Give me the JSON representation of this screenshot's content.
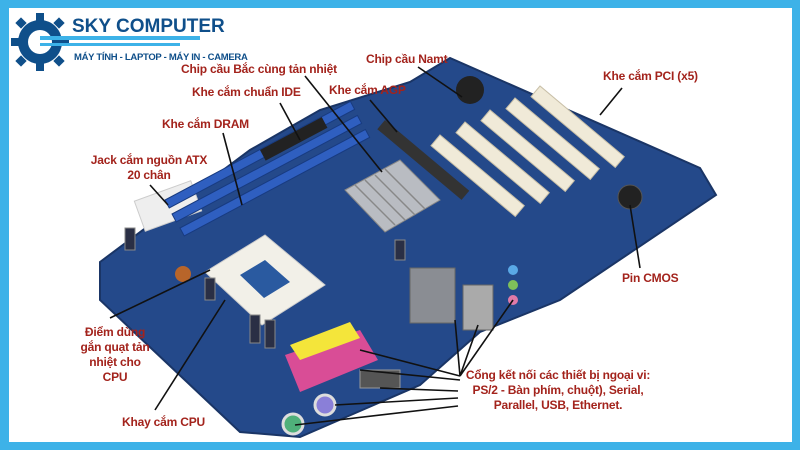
{
  "logo": {
    "brand": "SKY COMPUTER",
    "tagline": "MÁY TÍNH - LAPTOP - MÁY IN - CAMERA",
    "color": "#0f4f8a"
  },
  "frame_color": "#3db2e8",
  "label_color": "#a3231c",
  "labels": {
    "northbridge": "Chip cầu Bắc cùng tản nhiệt",
    "southbridge": "Chip cầu Namt",
    "ide": "Khe cắm chuẩn IDE",
    "agp": "Khe cắm AGP",
    "dram": "Khe cắm DRAM",
    "atx_line1": "Jack cắm nguồn ATX",
    "atx_line2": "20 chân",
    "pci": "Khe cắm PCI (x5)",
    "cmos": "Pin CMOS",
    "fan_line1": "Điểm dùng",
    "fan_line2": "gắn quạt tản",
    "fan_line3": "nhiệt cho",
    "fan_line4": "CPU",
    "cpu_socket": "Khay cắm CPU",
    "io_line1": "Cổng kết nối các thiết bị ngoại vi:",
    "io_line2": "PS/2 - Bàn phím, chuột), Serial,",
    "io_line3": "Parallel, USB, Ethernet."
  }
}
